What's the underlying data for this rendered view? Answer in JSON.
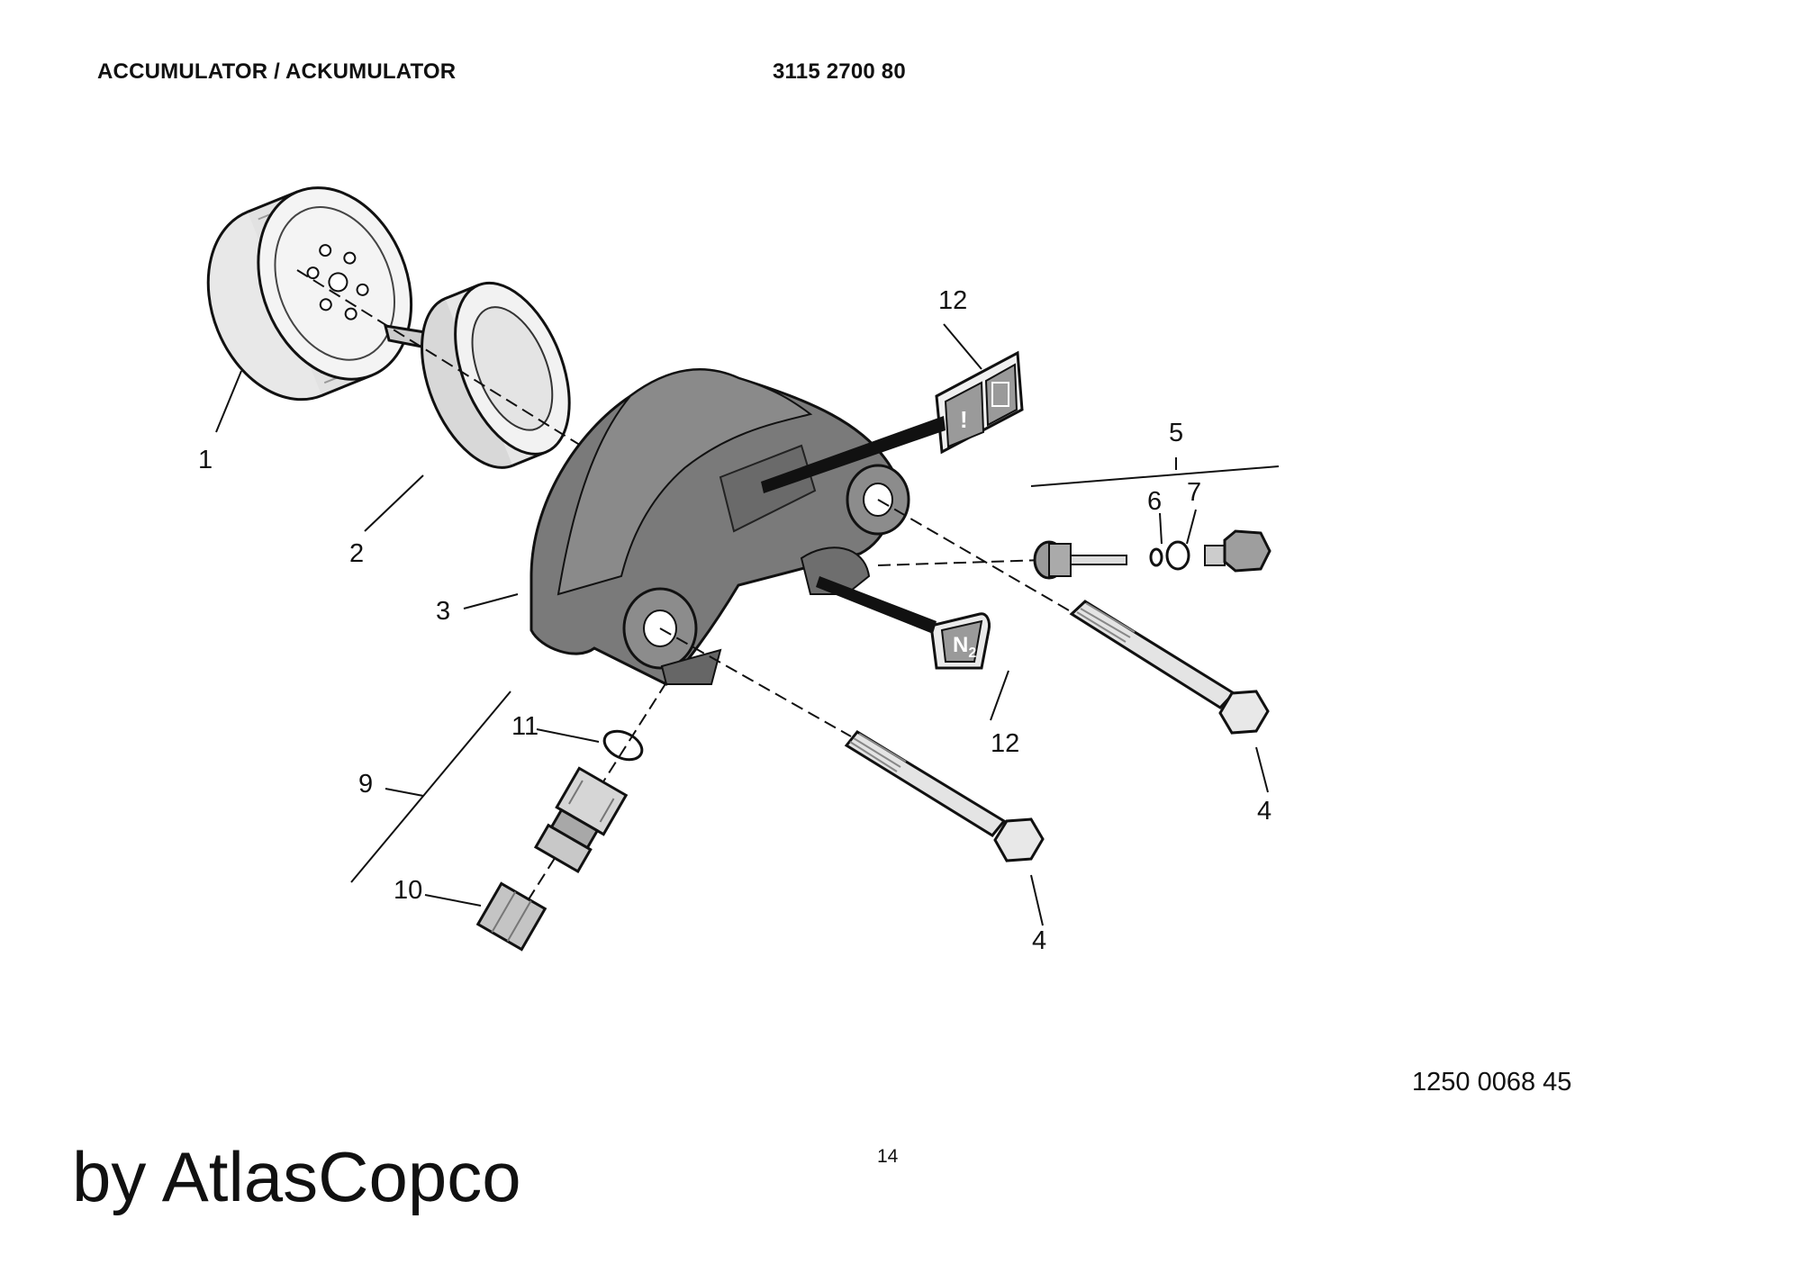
{
  "header": {
    "title": "ACCUMULATOR / ACKUMULATOR",
    "part_number": "3115 2700 80"
  },
  "callouts": {
    "c1": "1",
    "c2": "2",
    "c3": "3",
    "c4a": "4",
    "c4b": "4",
    "c5": "5",
    "c6": "6",
    "c7": "7",
    "c9": "9",
    "c10": "10",
    "c11": "11",
    "c12a": "12",
    "c12b": "12"
  },
  "labels": {
    "warning_symbol": "!",
    "gas_symbol": "N",
    "gas_subscript": "2"
  },
  "footer": {
    "document_number": "1250 0068 45",
    "page": "14",
    "brand": "by AtlasCopco"
  }
}
